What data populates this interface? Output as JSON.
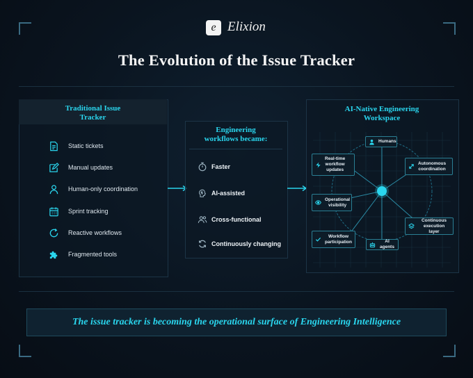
{
  "brand": {
    "logo_letter": "e",
    "name": "Elixion"
  },
  "title": "The Evolution of the Issue Tracker",
  "left_panel": {
    "title_line1": "Traditional Issue",
    "title_line2": "Tracker",
    "items": [
      {
        "icon": "document-icon",
        "label": "Static tickets"
      },
      {
        "icon": "edit-icon",
        "label": "Manual updates"
      },
      {
        "icon": "person-icon",
        "label": "Human-only coordination"
      },
      {
        "icon": "calendar-icon",
        "label": "Sprint tracking"
      },
      {
        "icon": "refresh-icon",
        "label": "Reactive workflows"
      },
      {
        "icon": "puzzle-icon",
        "label": "Fragmented tools"
      }
    ]
  },
  "middle_panel": {
    "title_line1": "Engineering",
    "title_line2": "workflows became:",
    "items": [
      {
        "icon": "stopwatch-icon",
        "label": "Faster"
      },
      {
        "icon": "brain-icon",
        "label": "AI-assisted"
      },
      {
        "icon": "people-icon",
        "label": "Cross-functional"
      },
      {
        "icon": "cycle-icon",
        "label": "Continuously changing"
      }
    ]
  },
  "right_panel": {
    "title_line1": "AI-Native Engineering",
    "title_line2": "Workspace",
    "nodes": {
      "humans": "Humans",
      "realtime_1": "Real-time",
      "realtime_2": "workflow",
      "realtime_3": "updates",
      "autonomous_1": "Autonomous",
      "autonomous_2": "coordination",
      "operational_1": "Operational",
      "operational_2": "visibility",
      "continuous_1": "Continuous",
      "continuous_2": "execution layer",
      "workflow_1": "Workflow",
      "workflow_2": "participation",
      "ai_agents": "AI agents"
    }
  },
  "banner": "The issue tracker is becoming the operational surface of Engineering Intelligence",
  "colors": {
    "accent": "#2ad6ee",
    "background": "#0a141f",
    "panel_border": "#1c3446"
  }
}
